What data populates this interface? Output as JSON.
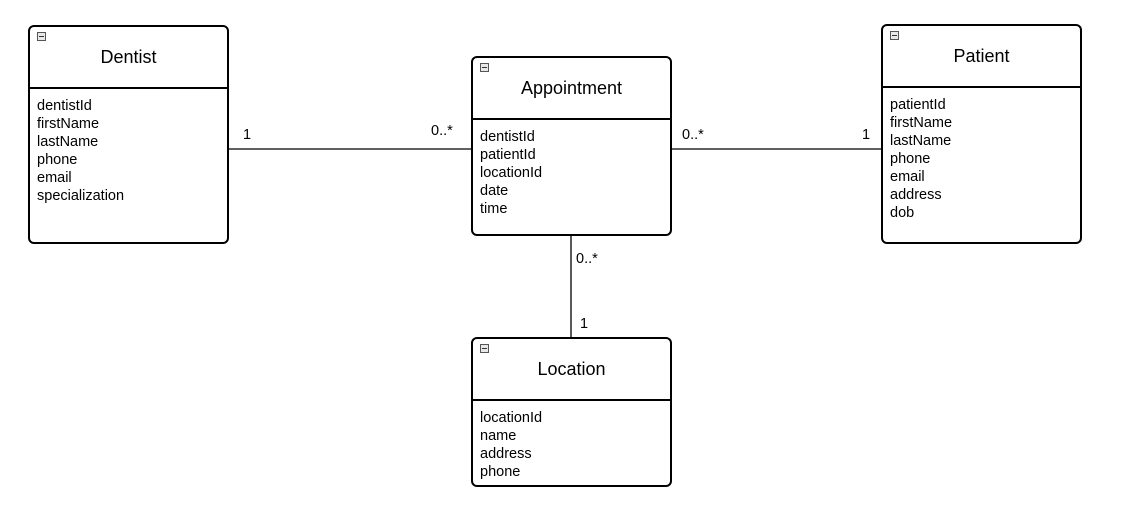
{
  "classes": {
    "dentist": {
      "name": "Dentist",
      "attributes": [
        "dentistId",
        "firstName",
        "lastName",
        "phone",
        "email",
        "specialization"
      ]
    },
    "appointment": {
      "name": "Appointment",
      "attributes": [
        "dentistId",
        "patientId",
        "locationId",
        "date",
        "time"
      ]
    },
    "patient": {
      "name": "Patient",
      "attributes": [
        "patientId",
        "firstName",
        "lastName",
        "phone",
        "email",
        "address",
        "dob"
      ]
    },
    "location": {
      "name": "Location",
      "attributes": [
        "locationId",
        "name",
        "address",
        "phone"
      ]
    }
  },
  "associations": {
    "dentist_appointment": {
      "dentist_end": "1",
      "appointment_end": "0..*"
    },
    "appointment_patient": {
      "appointment_end": "0..*",
      "patient_end": "1"
    },
    "appointment_location": {
      "appointment_end": "0..*",
      "location_end": "1"
    }
  },
  "icons": {
    "collapse": "collapse-minus-icon"
  },
  "colors": {
    "line": "#000000",
    "background": "#ffffff"
  }
}
